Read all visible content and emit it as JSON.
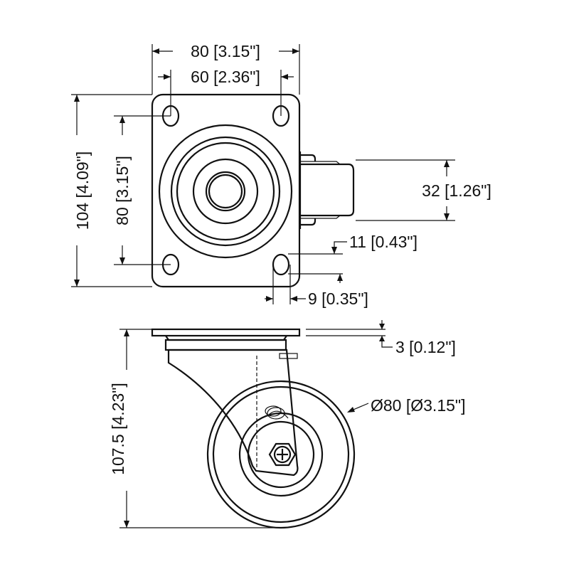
{
  "title": "Swivel caster dimension drawing",
  "colors": {
    "ink": "#111111",
    "background": "#ffffff"
  },
  "dimensions": {
    "plate_width": "80 [3.15\"]",
    "hole_spacing_x": "60 [2.36\"]",
    "plate_length": "104 [4.09\"]",
    "hole_spacing_y": "80 [3.15\"]",
    "wheel_width": "32 [1.26\"]",
    "slot_length": "11 [0.43\"]",
    "slot_width": "9 [0.35\"]",
    "plate_thickness": "3 [0.12\"]",
    "overall_height": "107.5 [4.23\"]",
    "wheel_diameter": "Ø80 [Ø3.15\"]"
  }
}
